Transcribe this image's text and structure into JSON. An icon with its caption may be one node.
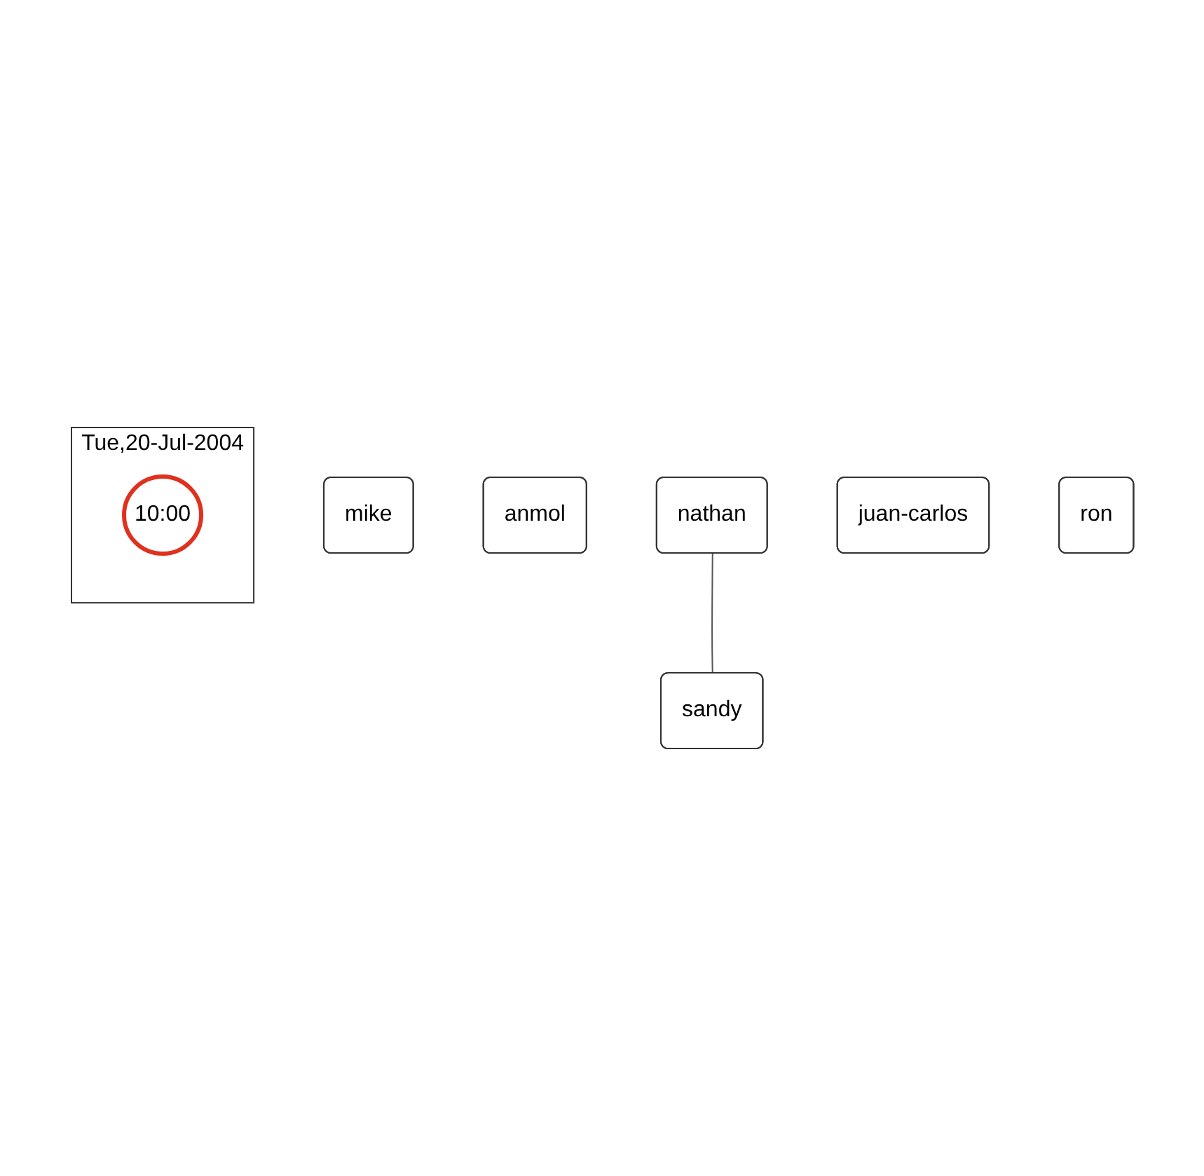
{
  "diagram": {
    "nodes": [
      {
        "text": [
          "mike"
        ]
      },
      {
        "text": [
          "anmol"
        ]
      },
      {
        "text": [
          "nathan"
        ]
      },
      {
        "text": [
          "juan-carlos"
        ]
      },
      {
        "text": [
          "ron"
        ]
      },
      {
        "text": [
          "sandy"
        ]
      },
      {
        "text": [
          "Tue,20-Jul-2004"
        ]
      },
      {
        "text": [
          "10:00"
        ],
        "in": 6
      }
    ],
    "edges": [
      {
        "from": 2,
        "to": 5,
        "arrow": "none"
      }
    ]
  }
}
